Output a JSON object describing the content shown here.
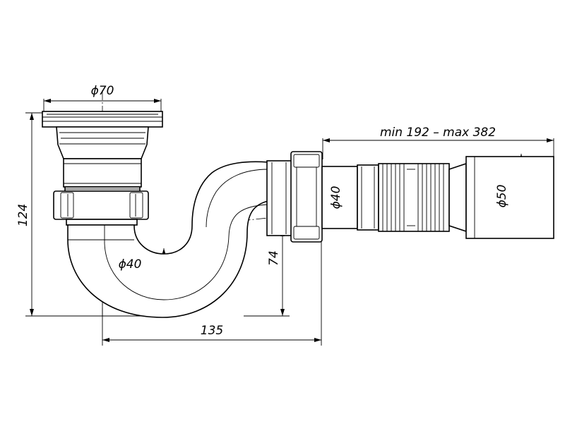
{
  "drawing": {
    "dimensions": {
      "flange_diameter": "ϕ70",
      "hose_length": "min 192 – max 382",
      "height_total": "124",
      "trap_diameter": "ϕ40",
      "trap_depth": "74",
      "horizontal_span": "135",
      "outlet_diameter": "ϕ40",
      "hose_end_diameter": "ϕ50"
    }
  }
}
